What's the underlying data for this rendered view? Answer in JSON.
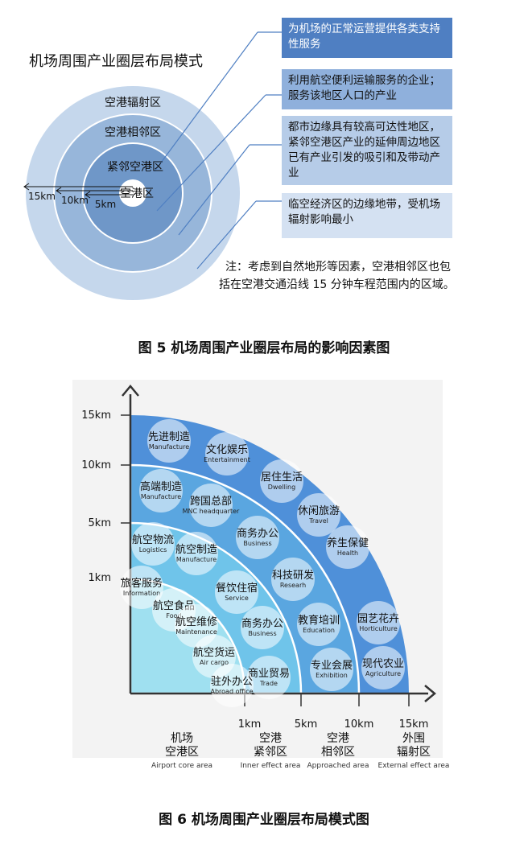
{
  "fig5": {
    "title": "机场周围产业圈层布局模式",
    "rings": {
      "outer": "空港辐射区",
      "approach": "空港相邻区",
      "inner": "紧邻空港区",
      "core": "空港区"
    },
    "distances": [
      "15km",
      "10km",
      "5km"
    ],
    "boxes": [
      "为机场的正常运营提供各类支持性服务",
      "利用航空便利运输服务的企业；服务该地区人口的产业",
      "都市边缘具有较高可达性地区，紧邻空港区产业的延伸周边地区已有产业引发的吸引和及带动产业",
      "临空经济区的边缘地带，受机场辐射影响最小"
    ],
    "note_lines": [
      "注：考虑到自然地形等因素，空港相邻区也包",
      "括在空港交通沿线 15 分钟车程范围内的区域。"
    ],
    "caption": "图 5 机场周围产业圈层布局的影响因素图"
  },
  "fig6": {
    "y_ticks": [
      "15km",
      "10km",
      "5km",
      "1km"
    ],
    "x_ticks": [
      "1km",
      "5km",
      "10km",
      "15km"
    ],
    "zones": [
      {
        "cn1": "机场",
        "cn2": "空港区",
        "en": "Airport core area"
      },
      {
        "cn1": "空港",
        "cn2": "紧邻区",
        "en": "Inner effect area"
      },
      {
        "cn1": "空港",
        "cn2": "相邻区",
        "en": "Approached area"
      },
      {
        "cn1": "外围",
        "cn2": "辐射区",
        "en": "External effect area"
      }
    ],
    "industries": [
      {
        "cn": "先进制造",
        "en": "Manufacture"
      },
      {
        "cn": "文化娱乐",
        "en": "Entertainment"
      },
      {
        "cn": "居住生活",
        "en": "Dwelling"
      },
      {
        "cn": "高端制造",
        "en": "Manufacture"
      },
      {
        "cn": "跨国总部",
        "en": "MNC headquarter"
      },
      {
        "cn": "休闲旅游",
        "en": "Travel"
      },
      {
        "cn": "商务办公",
        "en": "Business"
      },
      {
        "cn": "养生保健",
        "en": "Health"
      },
      {
        "cn": "航空物流",
        "en": "Logistics"
      },
      {
        "cn": "航空制造",
        "en": "Manufacture"
      },
      {
        "cn": "科技研发",
        "en": "Researh"
      },
      {
        "cn": "旅客服务",
        "en": "Information"
      },
      {
        "cn": "餐饮住宿",
        "en": "Service"
      },
      {
        "cn": "航空食品",
        "en": "Food"
      },
      {
        "cn": "教育培训",
        "en": "Education"
      },
      {
        "cn": "园艺花卉",
        "en": "Horticulture"
      },
      {
        "cn": "航空维修",
        "en": "Maintenance"
      },
      {
        "cn": "商务办公",
        "en": "Business"
      },
      {
        "cn": "航空货运",
        "en": "Air cargo"
      },
      {
        "cn": "专业会展",
        "en": "Exhibition"
      },
      {
        "cn": "现代农业",
        "en": "Agriculture"
      },
      {
        "cn": "商业贸易",
        "en": "Trade"
      },
      {
        "cn": "驻外办公",
        "en": "Abroad office"
      }
    ],
    "caption": "图 6 机场周围产业圈层布局模式图"
  },
  "colors": {
    "ring_outer": "#c5d7ec",
    "ring_approach": "#97b6da",
    "ring_inner": "#6f97c8",
    "box_dark": "#4f7fc2",
    "box_mid": "#8fb0dc",
    "box_light": "#b6cce8",
    "box_lightest": "#d4e1f2",
    "quad_outer": "#4f90d9",
    "quad_mid": "#5aa6e0",
    "quad_inner": "#6fc4ea",
    "quad_core": "#9fe0f0"
  }
}
